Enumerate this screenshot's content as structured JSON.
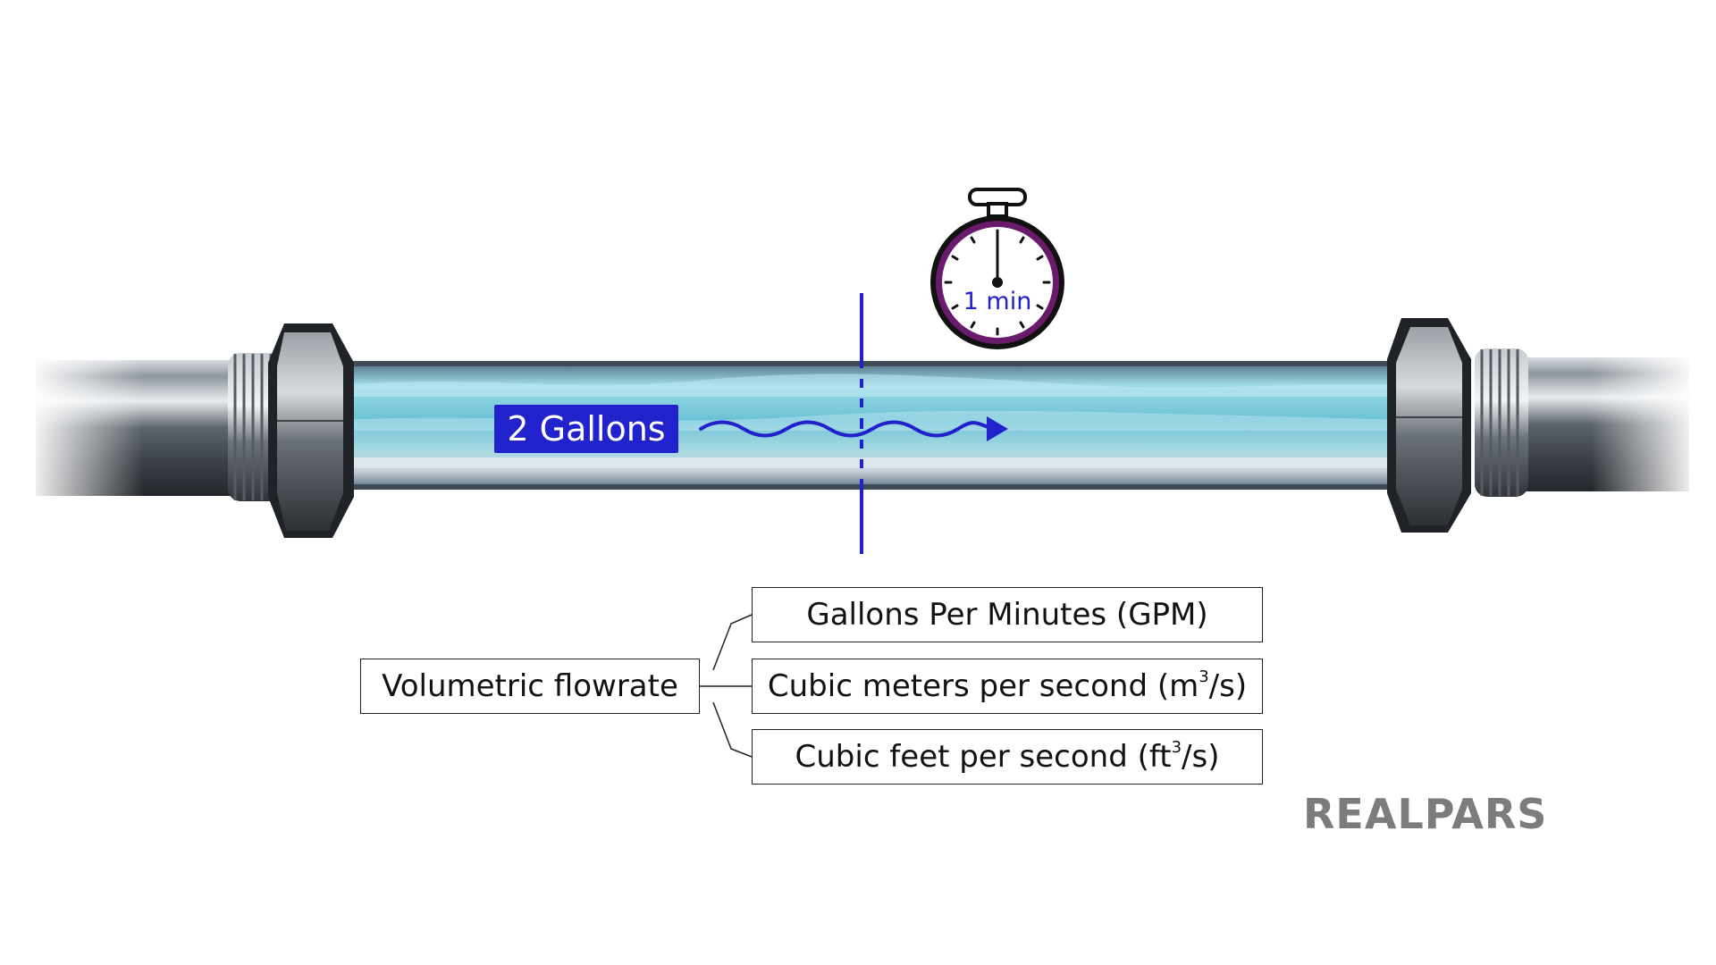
{
  "badge": {
    "text": "2 Gallons"
  },
  "timer": {
    "text": "1 min"
  },
  "diagram": {
    "root": "Volumetric flowrate",
    "children": [
      {
        "text": "Gallons Per Minutes (GPM)"
      },
      {
        "text": "Cubic meters per second (m",
        "sup": "3",
        "after": "/s)"
      },
      {
        "text": "Cubic feet per second (ft",
        "sup": "3",
        "after": "/s)"
      }
    ]
  },
  "brand": {
    "name": "REALPARS"
  },
  "colors": {
    "accent_blue": "#2222cc",
    "timer_purple": "#6a1a6a",
    "logo_gray": "#7a7c7e",
    "water": "#7fd0e0"
  },
  "icons": [
    "stopwatch-icon",
    "flow-arrow-icon",
    "pipe-illustration",
    "hex-nut-icon"
  ]
}
